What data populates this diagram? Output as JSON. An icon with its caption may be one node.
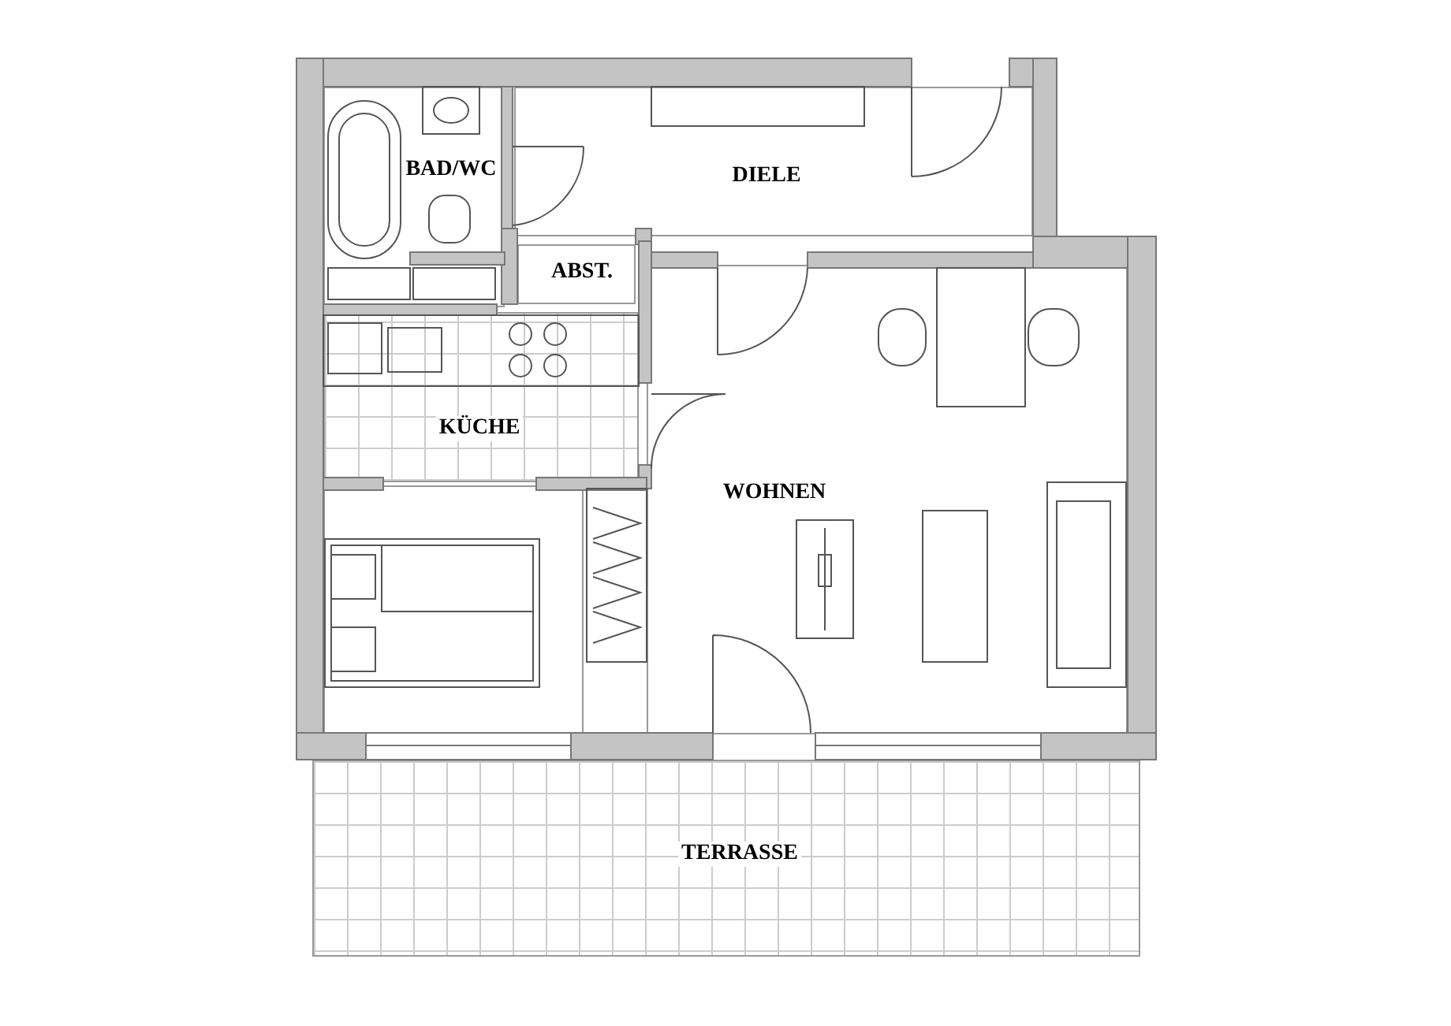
{
  "diagram": {
    "nodes": [
      {
        "text": [
          "BAD/WC"
        ]
      },
      {
        "text": [
          "DIELE"
        ]
      },
      {
        "text": [
          "ABST."
        ]
      },
      {
        "text": [
          "KÜCHE"
        ]
      },
      {
        "text": [],
        "shape": "box"
      },
      {
        "text": [
          "WOHNEN"
        ]
      },
      {
        "text": [
          "TERRASSE"
        ]
      }
    ]
  }
}
